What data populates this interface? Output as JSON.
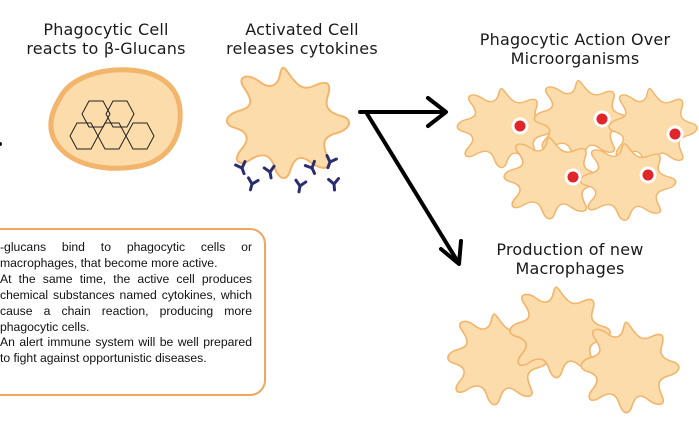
{
  "titles": {
    "phagocytic_cell_line1": "Phagocytic Cell",
    "phagocytic_cell_line2": "reacts to β-Glucans",
    "activated_cell_line1": "Activated Cell",
    "activated_cell_line2": "releases cytokines",
    "phagocytic_action_line1": "Phagocytic Action Over",
    "phagocytic_action_line2": "Microorganisms",
    "production_line1": "Production of new",
    "production_line2": "Macrophages"
  },
  "description": {
    "paragraph1": "-glucans bind to phagocytic cells or macrophages, that become more active.",
    "paragraph2": "At the same time, the active cell produces chemical substances named cytokines, which cause a chain reaction, producing more phagocytic cells.",
    "paragraph3": "An alert immune system will be well prepared to fight against opportunistic diseases."
  },
  "colors": {
    "cell_fill": "#fbdcaa",
    "cell_outline": "#f3b46c",
    "nucleus": "#e0252b",
    "cytokine": "#2b2e6e",
    "box_border": "#f2a65c",
    "arrow": "#000000"
  }
}
